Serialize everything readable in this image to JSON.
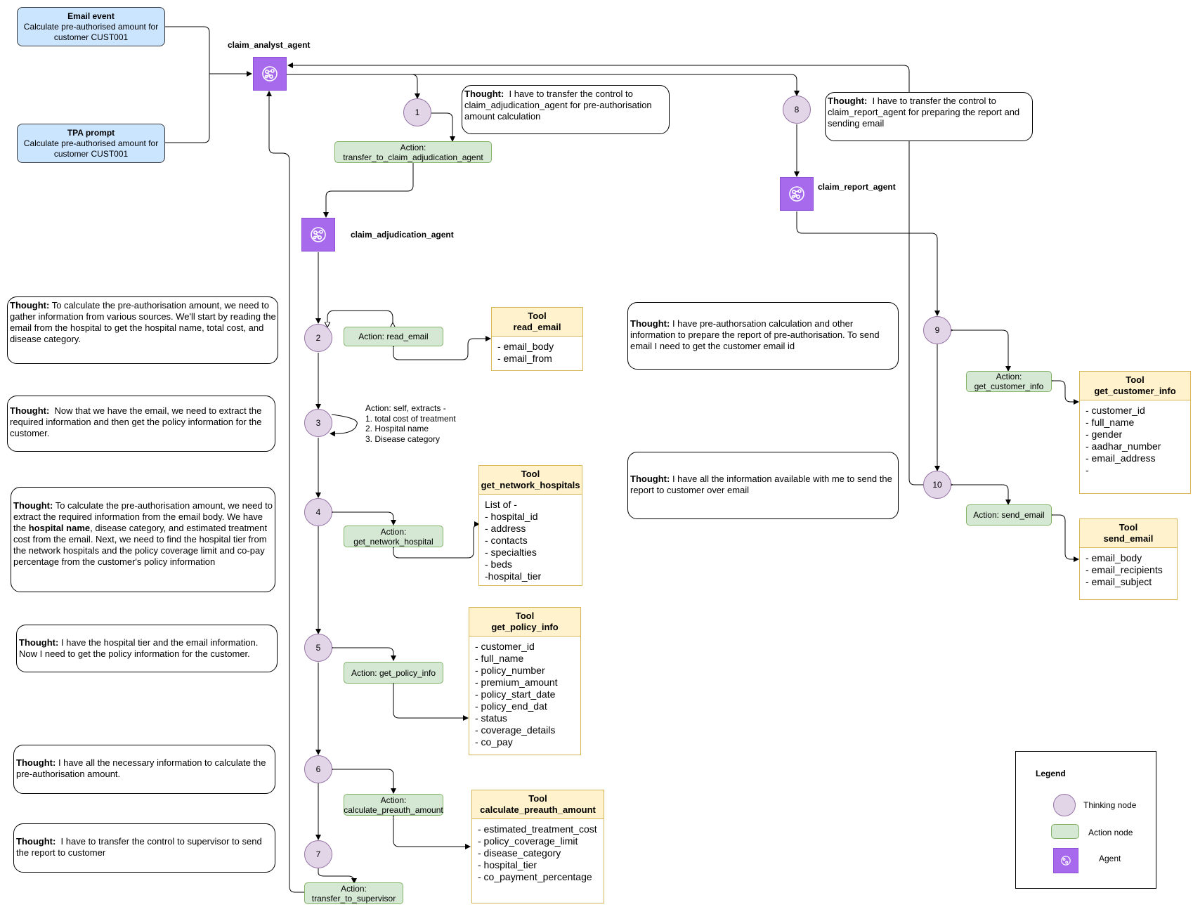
{
  "inputs": {
    "email_event": {
      "title": "Email event",
      "text": "Calculate pre-authorised amount for customer CUST001"
    },
    "tpa_prompt": {
      "title": "TPA prompt",
      "text": "Calculate pre-authorised amount for customer CUST001"
    }
  },
  "agents": {
    "analyst": "claim_analyst_agent",
    "adjudication": "claim_adjudication_agent",
    "report": "claim_report_agent"
  },
  "nodes": [
    "1",
    "2",
    "3",
    "4",
    "5",
    "6",
    "7",
    "8",
    "9",
    "10"
  ],
  "actions": {
    "transfer_adjudication": "Action: transfer_to_claim_adjudication_agent",
    "read_email": "Action: read_email",
    "get_network_hospital": "Action: get_network_hospital",
    "get_policy_info": "Action: get_policy_info",
    "calculate_preauth_amount": "Action: calculate_preauth_amount",
    "transfer_supervisor": "Action: transfer_to_supervisor",
    "get_customer_info": "Action: get_customer_info",
    "send_email": "Action: send_email"
  },
  "self_action": {
    "title": "Action: self, extracts -",
    "items": [
      "1. total cost of treatment",
      "2. Hospital name",
      "3. Disease category"
    ]
  },
  "thoughts": {
    "t1": {
      "label": "Thought:",
      "text": "I have to transfer the control to claim_adjudication_agent for pre-authorisation amount calculation"
    },
    "t8": {
      "label": "Thought:",
      "text": "I have to transfer the control to claim_report_agent for preparing the report and sending email"
    },
    "t2": {
      "label": "Thought:",
      "text": "To calculate the pre-authorisation amount, we need to gather information from various sources. We'll start by reading the email from the hospital to get the hospital name, total cost, and disease category."
    },
    "t3": {
      "label": "Thought:",
      "text": "Now that we have the email, we need to extract the required information and then get the policy information for the customer."
    },
    "t4": {
      "label": "Thought:",
      "text_a": "To calculate the pre-authorisation amount, we need to extract the required information from the email body. We have the",
      "bold": "hospital name",
      "text_b": ", disease category, and estimated treatment cost from the email. Next, we need to find the hospital tier from the network hospitals and the policy coverage limit and co-pay percentage from the customer's policy information"
    },
    "t5": {
      "label": "Thought:",
      "text": "I have the hospital tier and the email information. Now I need to get the policy information for the customer."
    },
    "t6": {
      "label": "Thought:",
      "text": "I have all the necessary information to calculate the pre-authorisation amount."
    },
    "t7": {
      "label": "Thought:",
      "text": "I have to transfer the control to supervisor to send the report to customer"
    },
    "t9": {
      "label": "Thought:",
      "text": "I have pre-authorsation calculation and other information to  prepare the report of pre-authorisation. To send email I need to get the customer email id"
    },
    "t10": {
      "label": "Thought:",
      "text": "I have all the information available with me to send the report to customer over email"
    }
  },
  "tools": {
    "read_email": {
      "kind": "Tool",
      "name": "read_email",
      "items": [
        "- email_body",
        "- email_from"
      ]
    },
    "get_network_hospitals": {
      "kind": "Tool",
      "name": "get_network_hospitals",
      "items": [
        "List of -",
        "- hospital_id",
        "- address",
        "- contacts",
        "- specialties",
        "- beds",
        "-hospital_tier"
      ]
    },
    "get_policy_info": {
      "kind": "Tool",
      "name": "get_policy_info",
      "items": [
        "- customer_id",
        "- full_name",
        "- policy_number",
        "- premium_amount",
        "- policy_start_date",
        "- policy_end_dat",
        "- status",
        "- coverage_details",
        "- co_pay"
      ]
    },
    "calculate_preauth_amount": {
      "kind": "Tool",
      "name": "calculate_preauth_amount",
      "items": [
        "- estimated_treatment_cost",
        "- policy_coverage_limit",
        "- disease_category",
        "- hospital_tier",
        "- co_payment_percentage"
      ]
    },
    "get_customer_info": {
      "kind": "Tool",
      "name": "get_customer_info",
      "items": [
        "- customer_id",
        "- full_name",
        "- gender",
        "- aadhar_number",
        "- email_address",
        "-"
      ]
    },
    "send_email": {
      "kind": "Tool",
      "name": "send_email",
      "items": [
        "- email_body",
        "- email_recipients",
        "- email_subject"
      ]
    }
  },
  "legend": {
    "title": "Legend",
    "thinking": "Thinking node",
    "action": "Action node",
    "agent": "Agent"
  },
  "colors": {
    "agent": "#a86aed",
    "thinking_node": "#e1d5e7",
    "action_node": "#d5e8d4",
    "tool_header": "#fff2cc",
    "input_box": "#cce5ff"
  }
}
